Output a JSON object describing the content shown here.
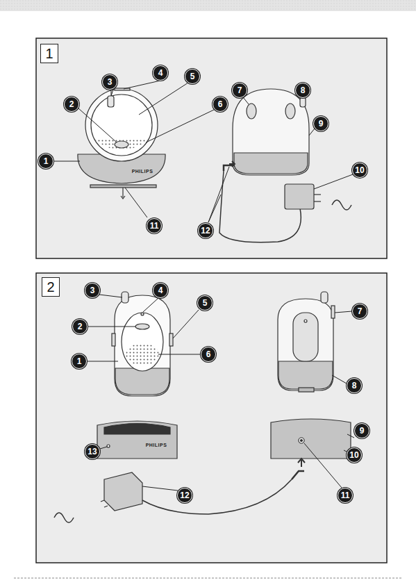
{
  "diagram": {
    "labels": [
      "1",
      "1",
      "2",
      "3",
      "4",
      "5",
      "6",
      "7",
      "8",
      "9",
      "10",
      "11",
      "12",
      "PHILIPS",
      "2",
      "1",
      "2",
      "3",
      "4",
      "5",
      "6",
      "7",
      "8",
      "9",
      "10",
      "11",
      "12",
      "13",
      "PHILIPS"
    ]
  }
}
